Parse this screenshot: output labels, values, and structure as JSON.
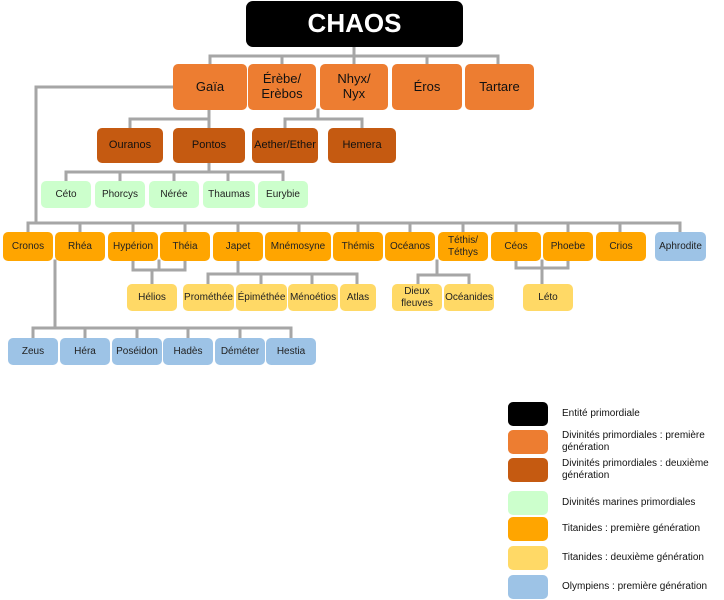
{
  "colors": {
    "primordial_entity": "#000000",
    "primordial_gen1": "#ed7d31",
    "primordial_gen2": "#c55a11",
    "marine": "#ccffcc",
    "titan_gen1": "#ffa500",
    "titan_gen2": "#ffd966",
    "olympian": "#9dc3e6",
    "connector": "#a6a6a6"
  },
  "root": "CHAOS",
  "primordials": [
    "Gaïa",
    "Érèbe/\nErèbos",
    "Nhyx/\nNyx",
    "Éros",
    "Tartare"
  ],
  "second_gen": [
    "Ouranos",
    "Pontos",
    "Aether/Ether",
    "Hemera"
  ],
  "marine": [
    "Céto",
    "Phorcys",
    "Nérée",
    "Thaumas",
    "Eurybie"
  ],
  "titans": [
    "Cronos",
    "Rhéa",
    "Hypérion",
    "Théia",
    "Japet",
    "Mnémosyne",
    "Thémis",
    "Océanos",
    "Téthis/\nTéthys",
    "Céos",
    "Phoebe",
    "Crios"
  ],
  "aphrodite": "Aphrodite",
  "titans_gen2": {
    "helios": "Hélios",
    "japet_children": [
      "Prométhée",
      "Épiméthée",
      "Ménoétios",
      "Atlas"
    ],
    "ocean_children": [
      "Dieux\nfleuves",
      "Océanides"
    ],
    "leto": "Léto"
  },
  "olympians": [
    "Zeus",
    "Héra",
    "Poséidon",
    "Hadès",
    "Déméter",
    "Hestia"
  ],
  "legend": [
    {
      "label": "Entité primordiale",
      "color": "#000000"
    },
    {
      "label": "Divinités primordiales : première génération",
      "color": "#ed7d31"
    },
    {
      "label": "Divinités primordiales : deuxième génération",
      "color": "#c55a11"
    },
    {
      "label": "Divinités marines primordiales",
      "color": "#ccffcc"
    },
    {
      "label": "Titanides : première génération",
      "color": "#ffa500"
    },
    {
      "label": "Titanides : deuxième génération",
      "color": "#ffd966"
    },
    {
      "label": "Olympiens : première génération",
      "color": "#9dc3e6"
    }
  ]
}
